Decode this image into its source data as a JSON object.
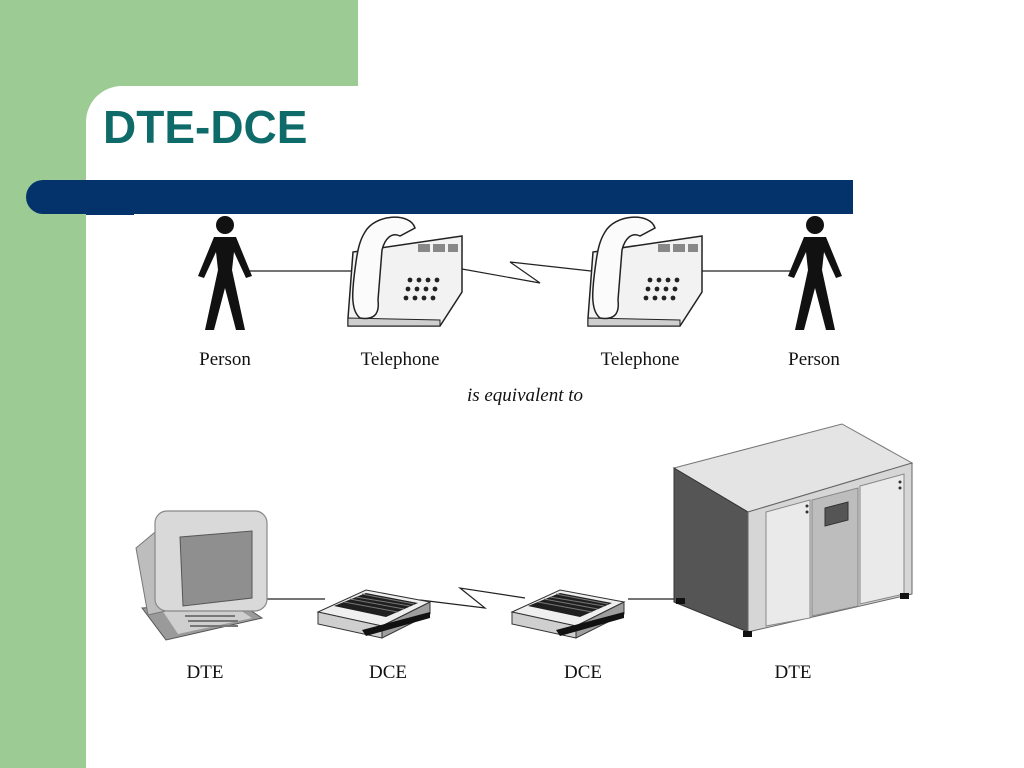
{
  "slide": {
    "title": "DTE-DCE"
  },
  "top_row": {
    "labels": [
      "Person",
      "Telephone",
      "Telephone",
      "Person"
    ]
  },
  "middle_caption": "is equivalent to",
  "bottom_row": {
    "labels": [
      "DTE",
      "DCE",
      "DCE",
      "DTE"
    ]
  },
  "colors": {
    "green_accent": "#9ccb94",
    "title_teal": "#0f6a6a",
    "bar_navy": "#04336b"
  }
}
